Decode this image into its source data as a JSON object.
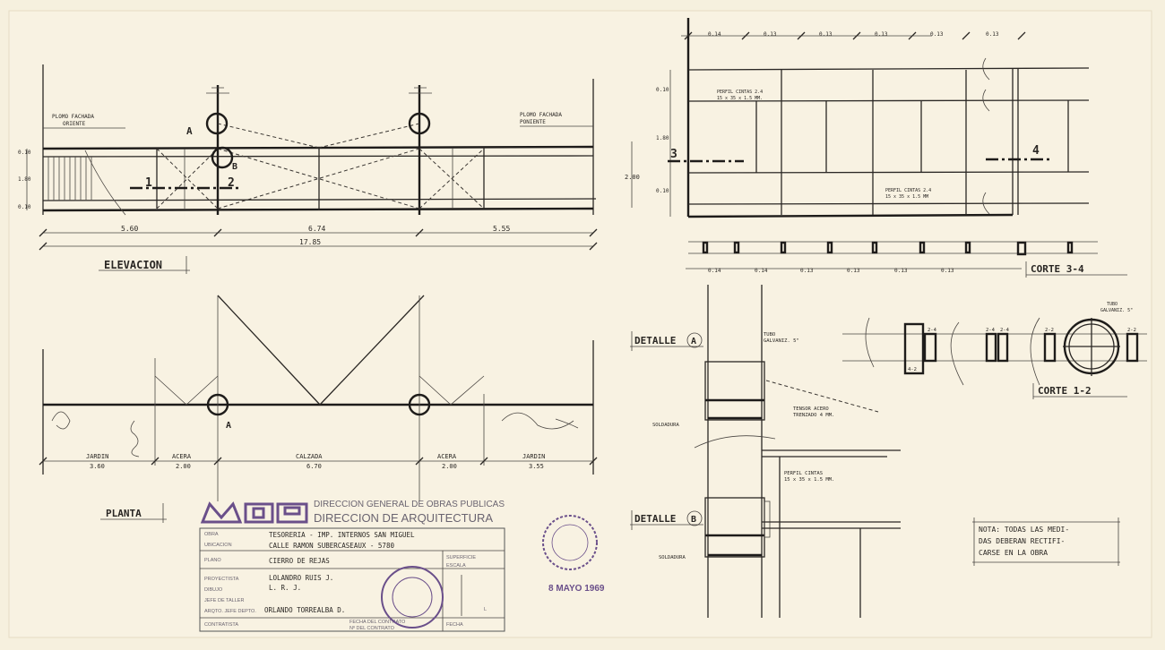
{
  "elevacion": {
    "title": "ELEVACION",
    "plomo_oriente": [
      "PLOMO FACHADA",
      "ORIENTE"
    ],
    "plomo_poniente": [
      "PLOMO FACHADA",
      "PONIENTE"
    ],
    "detail_a": "A",
    "detail_b": "B",
    "section_1": "1",
    "section_2": "2",
    "heights": [
      "0.10",
      "1.80",
      "0.10"
    ],
    "dims": [
      "5.60",
      "6.74",
      "5.55"
    ],
    "total": "17.85"
  },
  "planta": {
    "title": "PLANTA",
    "detail_a": "A",
    "zones": [
      {
        "name": "JARDIN",
        "dim": "3.60"
      },
      {
        "name": "ACERA",
        "dim": "2.00"
      },
      {
        "name": "CALZADA",
        "dim": "6.70"
      },
      {
        "name": "ACERA",
        "dim": "2.00"
      },
      {
        "name": "JARDIN",
        "dim": "3.55"
      }
    ]
  },
  "corte34": {
    "title": "CORTE 3-4",
    "top_dims": [
      "0.14",
      "0.13",
      "0.13",
      "0.13",
      "0.13",
      "0.13"
    ],
    "bottom_dims": [
      "0.14",
      "0.14",
      "0.13",
      "0.13",
      "0.13",
      "0.13"
    ],
    "heights": [
      "0.10",
      "1.80",
      "0.10"
    ],
    "total_height": "2.00",
    "section_3": "3",
    "section_4": "4",
    "note_top": [
      "PERFIL CINTAS 2.4",
      "15 x 35 x 1.5 MM."
    ],
    "note_bottom": [
      "PERFIL CINTAS 2.4",
      "15 x 35 x 1.5 MM"
    ]
  },
  "corte12": {
    "title": "CORTE 1-2",
    "labels": [
      "2-4",
      "4-2",
      "2-4",
      "2-4",
      "2-2",
      "2-2"
    ],
    "tubo": [
      "TUBO",
      "GALVANIZ. 5\""
    ]
  },
  "detalle_a": {
    "title": "DETALLE",
    "letter": "A",
    "tubo": [
      "TUBO",
      "GALVANIZ. 5\""
    ],
    "tensor": [
      "TENSOR ACERO",
      "TRENZADO 4 MM."
    ],
    "soldadura": "SOLDADURA"
  },
  "detalle_b": {
    "title": "DETALLE",
    "letter": "B",
    "perfil": [
      "PERFIL CINTAS",
      "15 x 35 x 1.5 MM."
    ],
    "soldadura": "SOLDADURA"
  },
  "nota": [
    "NOTA: TODAS LAS MEDI-",
    "DAS DEBERAN RECTIFI-",
    "CARSE EN LA OBRA"
  ],
  "title_block": {
    "logo": "MOP",
    "org1": "DIRECCION GENERAL DE OBRAS PUBLICAS",
    "org2": "DIRECCION DE ARQUITECTURA",
    "rows": [
      {
        "label": "OBRA",
        "value": "TESORERIA - IMP. INTERNOS SAN MIGUEL"
      },
      {
        "label": "UBICACION",
        "value": "CALLE RAMON SUBERCASEAUX - 5780"
      },
      {
        "label": "PLANO",
        "value": "CIERRO DE REJAS"
      },
      {
        "label": "PROYECTISTA",
        "value": "LOLANDRO RUIS J."
      },
      {
        "label": "DIBUJO",
        "value": "L. R. J."
      },
      {
        "label": "JEFE DE TALLER",
        "value": ""
      },
      {
        "label": "ARQTO. JEFE DEPTO.",
        "value": "ORLANDO TORREALBA D."
      },
      {
        "label": "CONTRATISTA",
        "value": ""
      }
    ],
    "superficie": "SUPERFICIE",
    "escala": "ESCALA",
    "fecha_contrato": "FECHA DEL CONTRATO",
    "n_contrato": "Nº DEL CONTRATO",
    "fecha": "FECHA",
    "lamina_l": "L"
  },
  "stamp_date": "8 MAYO 1969",
  "colors": {
    "paper": "#f6f0de",
    "ink": "#2a2724",
    "stamp": "#6a4f8a"
  }
}
